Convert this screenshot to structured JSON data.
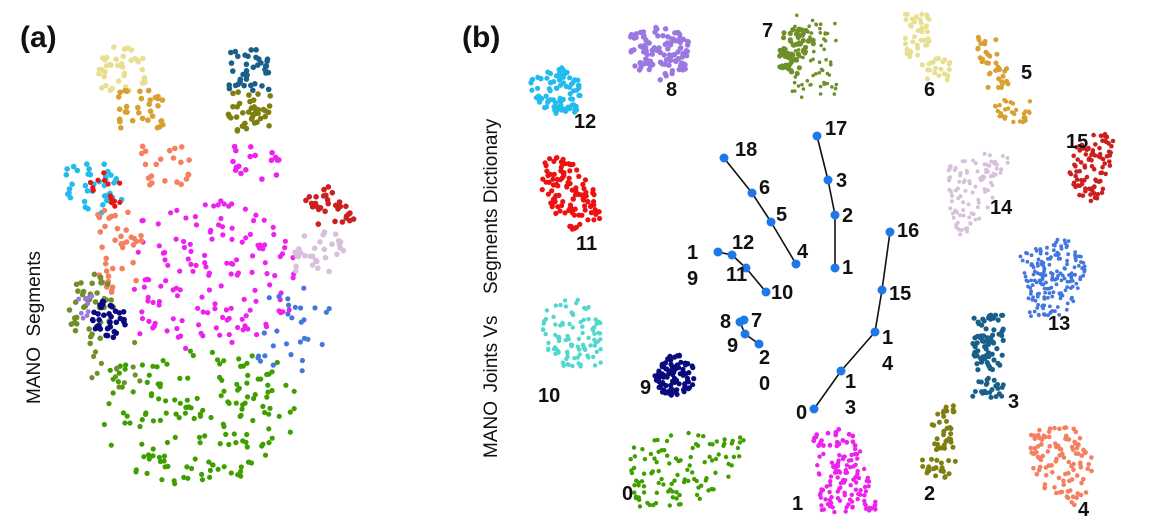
{
  "panels": {
    "a_label": "(a)",
    "b_label": "(b)"
  },
  "panel_a": {
    "vertical_label_main": "MANO",
    "vertical_label_sub": "Segments"
  },
  "panel_b": {
    "vertical_label_line1": "Segments Dictionary",
    "vertical_label_line2_prefix": "MANO",
    "vertical_label_line2_rest": "Joints Vs"
  },
  "colors": {
    "seg0": "#3f9f00",
    "seg1": "#ee22ee",
    "seg2": "#7f7f10",
    "seg3": "#1a5f8a",
    "seg4": "#f57f5f",
    "seg5": "#d8a030",
    "seg6": "#e8e090",
    "seg7": "#6f8f2a",
    "seg8": "#9a78e0",
    "seg9": "#0a0a7f",
    "seg10": "#50d8cc",
    "seg11": "#ee1111",
    "seg12": "#22bbee",
    "seg13": "#4477dd",
    "seg14": "#d8c0dd",
    "seg15": "#cc1f1f",
    "joint": "#1e78e8"
  },
  "segment_labels": [
    "0",
    "1",
    "2",
    "3",
    "4",
    "5",
    "6",
    "7",
    "8",
    "9",
    "10",
    "11",
    "12",
    "13",
    "14",
    "15"
  ],
  "joint_labels": {
    "j0": "0",
    "j1": "1",
    "j2": "2",
    "j3": "3",
    "j4": "4",
    "j5": "5",
    "j6": "6",
    "j7": "7",
    "j8": "8",
    "j9": "9",
    "j10": "10",
    "j11": "11",
    "j12": "12",
    "j13_top": "1",
    "j13_bot": "3",
    "j14_top": "1",
    "j14_bot": "4",
    "j15": "15",
    "j16": "16",
    "j17": "17",
    "j18": "18",
    "j19_top": "1",
    "j19_bot": "9",
    "j20_top": "2",
    "j20_bot": "0"
  }
}
